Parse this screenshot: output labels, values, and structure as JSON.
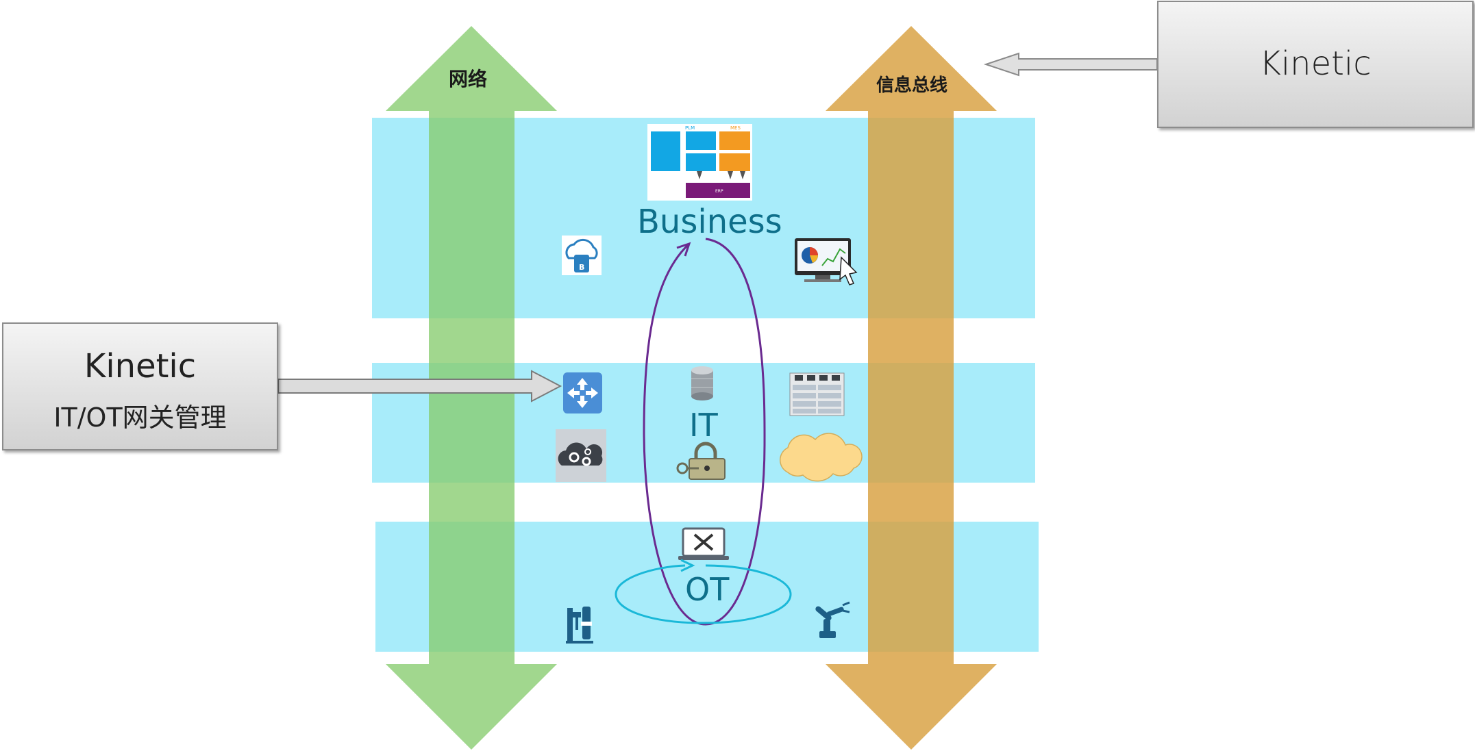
{
  "arrows": {
    "network_label": "网络",
    "infobus_label": "信息总线",
    "network_color": "#8ed07a",
    "infobus_color": "#d9a548"
  },
  "layers": {
    "business": "Business",
    "it": "IT",
    "ot": "OT",
    "band_color": "#a8ecfa"
  },
  "business_app": {
    "plm": "PLM",
    "mes": "MES",
    "erp": "ERP"
  },
  "callouts": {
    "top": {
      "title": "Kinetic"
    },
    "left": {
      "title": "Kinetic",
      "subtitle": "IT/OT网关管理"
    }
  },
  "icons": [
    "business-app-diagram-icon",
    "cloud-database-icon",
    "analytics-monitor-icon",
    "router-icon",
    "database-icon",
    "server-rack-icon",
    "cloud-gears-icon",
    "lock-key-icon",
    "cloud-icon",
    "laptop-tools-icon",
    "drill-machine-icon",
    "robot-arm-icon"
  ]
}
